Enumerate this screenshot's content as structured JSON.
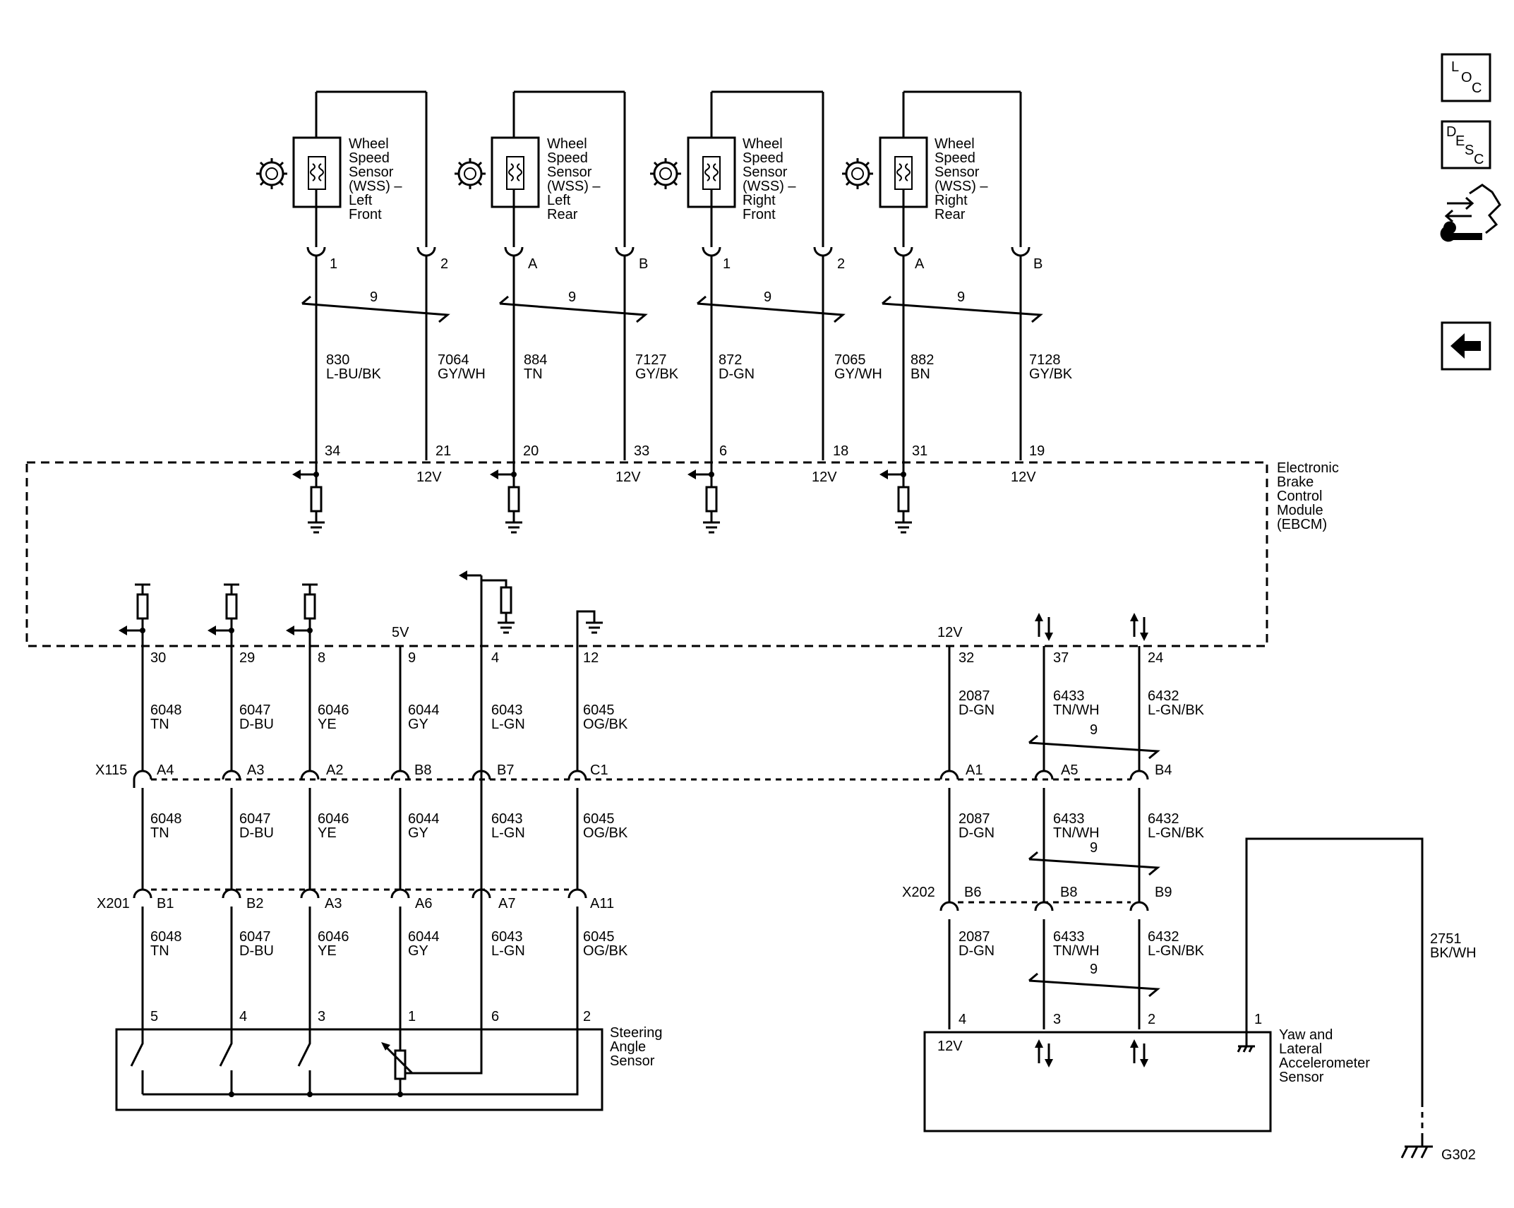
{
  "nav": {
    "loc_letters": [
      "L",
      "O",
      "C"
    ],
    "desc_letters": [
      "D",
      "E",
      "S",
      "C"
    ],
    "loc_icon": "loc-icon",
    "desc_icon": "desc-icon",
    "connector_tool_icon": "hand-wrench-icon",
    "back_icon": "arrow-left-icon"
  },
  "wheel_sensors": [
    {
      "name": [
        "Wheel",
        "Speed",
        "Sensor",
        "(WSS) –",
        "Left",
        "Front"
      ],
      "pin_sig": "1",
      "pin_low": "2",
      "twist": "9",
      "sig_circuit": "830",
      "sig_color": "L-BU/BK",
      "low_circuit": "7064",
      "low_color": "GY/WH",
      "ebcm_sig_pin": "34",
      "ebcm_low_pin": "21",
      "supply": "12V"
    },
    {
      "name": [
        "Wheel",
        "Speed",
        "Sensor",
        "(WSS) –",
        "Left",
        "Rear"
      ],
      "pin_sig": "A",
      "pin_low": "B",
      "twist": "9",
      "sig_circuit": "884",
      "sig_color": "TN",
      "low_circuit": "7127",
      "low_color": "GY/BK",
      "ebcm_sig_pin": "20",
      "ebcm_low_pin": "33",
      "supply": "12V"
    },
    {
      "name": [
        "Wheel",
        "Speed",
        "Sensor",
        "(WSS) –",
        "Right",
        "Front"
      ],
      "pin_sig": "1",
      "pin_low": "2",
      "twist": "9",
      "sig_circuit": "872",
      "sig_color": "D-GN",
      "low_circuit": "7065",
      "low_color": "GY/WH",
      "ebcm_sig_pin": "6",
      "ebcm_low_pin": "18",
      "supply": "12V"
    },
    {
      "name": [
        "Wheel",
        "Speed",
        "Sensor",
        "(WSS) –",
        "Right",
        "Rear"
      ],
      "pin_sig": "A",
      "pin_low": "B",
      "twist": "9",
      "sig_circuit": "882",
      "sig_color": "BN",
      "low_circuit": "7128",
      "low_color": "GY/BK",
      "ebcm_sig_pin": "31",
      "ebcm_low_pin": "19",
      "supply": "12V"
    }
  ],
  "ebcm": {
    "name": [
      "Electronic",
      "Brake",
      "Control",
      "Module",
      "(EBCM)"
    ],
    "supply_5v": "5V",
    "supply_12v": "12V"
  },
  "steering_circuits": [
    {
      "ebcm_pin": "30",
      "circuit": "6048",
      "color": "TN",
      "x115_pin": "A4",
      "x201_pin": "B1",
      "sensor_pin": "5"
    },
    {
      "ebcm_pin": "29",
      "circuit": "6047",
      "color": "D-BU",
      "x115_pin": "A3",
      "x201_pin": "B2",
      "sensor_pin": "4"
    },
    {
      "ebcm_pin": "8",
      "circuit": "6046",
      "color": "YE",
      "x115_pin": "A2",
      "x201_pin": "A3",
      "sensor_pin": "3"
    },
    {
      "ebcm_pin": "9",
      "circuit": "6044",
      "color": "GY",
      "x115_pin": "B8",
      "x201_pin": "A6",
      "sensor_pin": "1"
    },
    {
      "ebcm_pin": "4",
      "circuit": "6043",
      "color": "L-GN",
      "x115_pin": "B7",
      "x201_pin": "A7",
      "sensor_pin": "6"
    },
    {
      "ebcm_pin": "12",
      "circuit": "6045",
      "color": "OG/BK",
      "x115_pin": "C1",
      "x201_pin": "A11",
      "sensor_pin": "2"
    }
  ],
  "yaw_circuits": [
    {
      "ebcm_pin": "32",
      "circuit": "2087",
      "color": "D-GN",
      "x115_pin": "A1",
      "x202_pin": "B6",
      "sensor_pin": "4"
    },
    {
      "ebcm_pin": "37",
      "circuit": "6433",
      "color": "TN/WH",
      "x115_pin": "A5",
      "x202_pin": "B8",
      "sensor_pin": "3"
    },
    {
      "ebcm_pin": "24",
      "circuit": "6432",
      "color": "L-GN/BK",
      "x115_pin": "B4",
      "x202_pin": "B9",
      "sensor_pin": "2"
    }
  ],
  "yaw_twist": "9",
  "connectors": {
    "x115": "X115",
    "x201": "X201",
    "x202": "X202"
  },
  "steering_sensor": {
    "name": [
      "Steering",
      "Angle",
      "Sensor"
    ]
  },
  "yaw_sensor": {
    "name": [
      "Yaw and",
      "Lateral",
      "Accelerometer",
      "Sensor"
    ],
    "supply": "12V",
    "ground_pin": "1",
    "ground_circuit": "2751",
    "ground_color": "BK/WH",
    "ground_label": "G302"
  }
}
